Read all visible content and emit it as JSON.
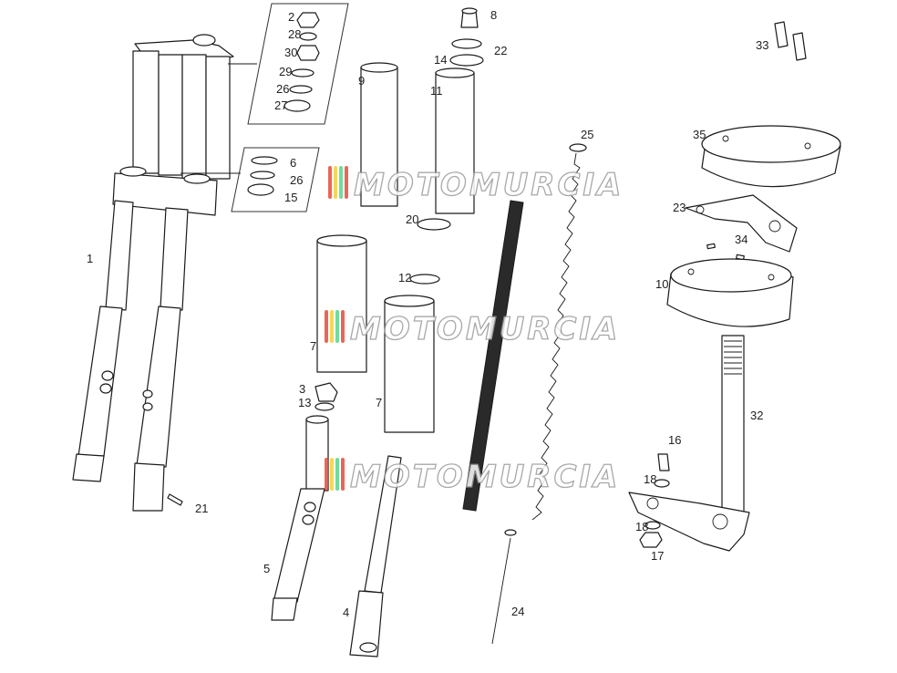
{
  "watermark": {
    "text": "MOTOMURCIA",
    "stripe_colors": [
      "#e74c3c",
      "#f4d03f",
      "#58d68d",
      "#e74c3c"
    ]
  },
  "callouts": [
    "2",
    "28",
    "30",
    "29",
    "26",
    "27",
    "6",
    "26",
    "15",
    "1",
    "21",
    "8",
    "22",
    "14",
    "9",
    "11",
    "20",
    "12",
    "7",
    "7",
    "3",
    "13",
    "5",
    "4",
    "25",
    "24",
    "33",
    "35",
    "23",
    "34",
    "10",
    "32",
    "16",
    "18",
    "18",
    "17"
  ]
}
